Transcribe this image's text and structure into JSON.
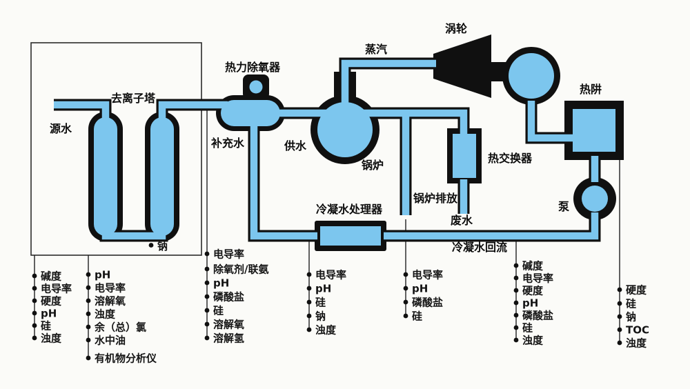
{
  "diagram": {
    "labels": {
      "source_water": "源水",
      "deionizer": "去离子塔",
      "deaerator": "热力除氧器",
      "makeup_water": "补充水",
      "feed_water": "供水",
      "boiler": "锅炉",
      "steam": "蒸汽",
      "turbine": "涡轮",
      "heat_sink": "热阱",
      "heat_exchanger": "热交换器",
      "boiler_blowdown": "锅炉排放",
      "waste_water": "废水",
      "condensate_polisher": "冷凝水处理器",
      "condensate_return": "冷凝水回流",
      "pump": "泵",
      "sodium_tap": "钠"
    },
    "colors": {
      "pipe_blue": "#7cc6ee",
      "outline_black": "#101010",
      "background": "#fbfbf8"
    }
  },
  "measurement_lists": [
    {
      "id": "raw-water-a",
      "items": [
        "碱度",
        "电导率",
        "硬度",
        "pH",
        "硅",
        "浊度"
      ]
    },
    {
      "id": "raw-water-b",
      "items": [
        "pH",
        "电导率",
        "溶解氧",
        "浊度",
        "余（总）氯",
        "水中油",
        "有机物分析仪"
      ]
    },
    {
      "id": "makeup-feedwater",
      "items": [
        "电导率",
        "除氧剂/联氨",
        "pH",
        "磷酸盐",
        "硅",
        "溶解氧",
        "溶解氢"
      ]
    },
    {
      "id": "polished-condensate",
      "items": [
        "电导率",
        "pH",
        "硅",
        "钠",
        "浊度"
      ]
    },
    {
      "id": "boiler-blowdown",
      "items": [
        "电导率",
        "pH",
        "磷酸盐",
        "硅"
      ]
    },
    {
      "id": "condensate-return",
      "items": [
        "碱度",
        "电导率",
        "硬度",
        "pH",
        "磷酸盐",
        "硅",
        "浊度"
      ]
    },
    {
      "id": "hotwell-sample",
      "items": [
        "硬度",
        "硅",
        "钠",
        "TOC",
        "浊度"
      ]
    }
  ]
}
